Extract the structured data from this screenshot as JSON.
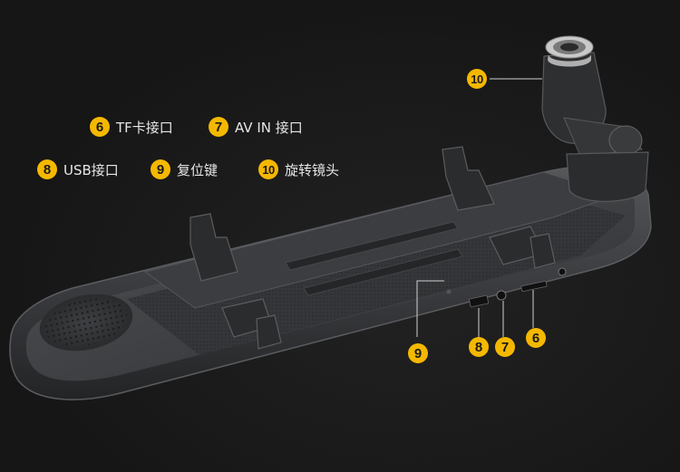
{
  "legend": [
    {
      "num": "6",
      "label": "TF卡接口"
    },
    {
      "num": "7",
      "label": "AV IN 接口"
    },
    {
      "num": "8",
      "label": "USB接口"
    },
    {
      "num": "9",
      "label": "复位键"
    },
    {
      "num": "10",
      "label": "旋转镜头"
    }
  ],
  "callouts": {
    "c10": "10",
    "c9": "9",
    "c8": "8",
    "c7": "7",
    "c6": "6"
  },
  "colors": {
    "badge": "#f5b800",
    "background": "#1a1a1a",
    "device": "#3a3b3d"
  }
}
